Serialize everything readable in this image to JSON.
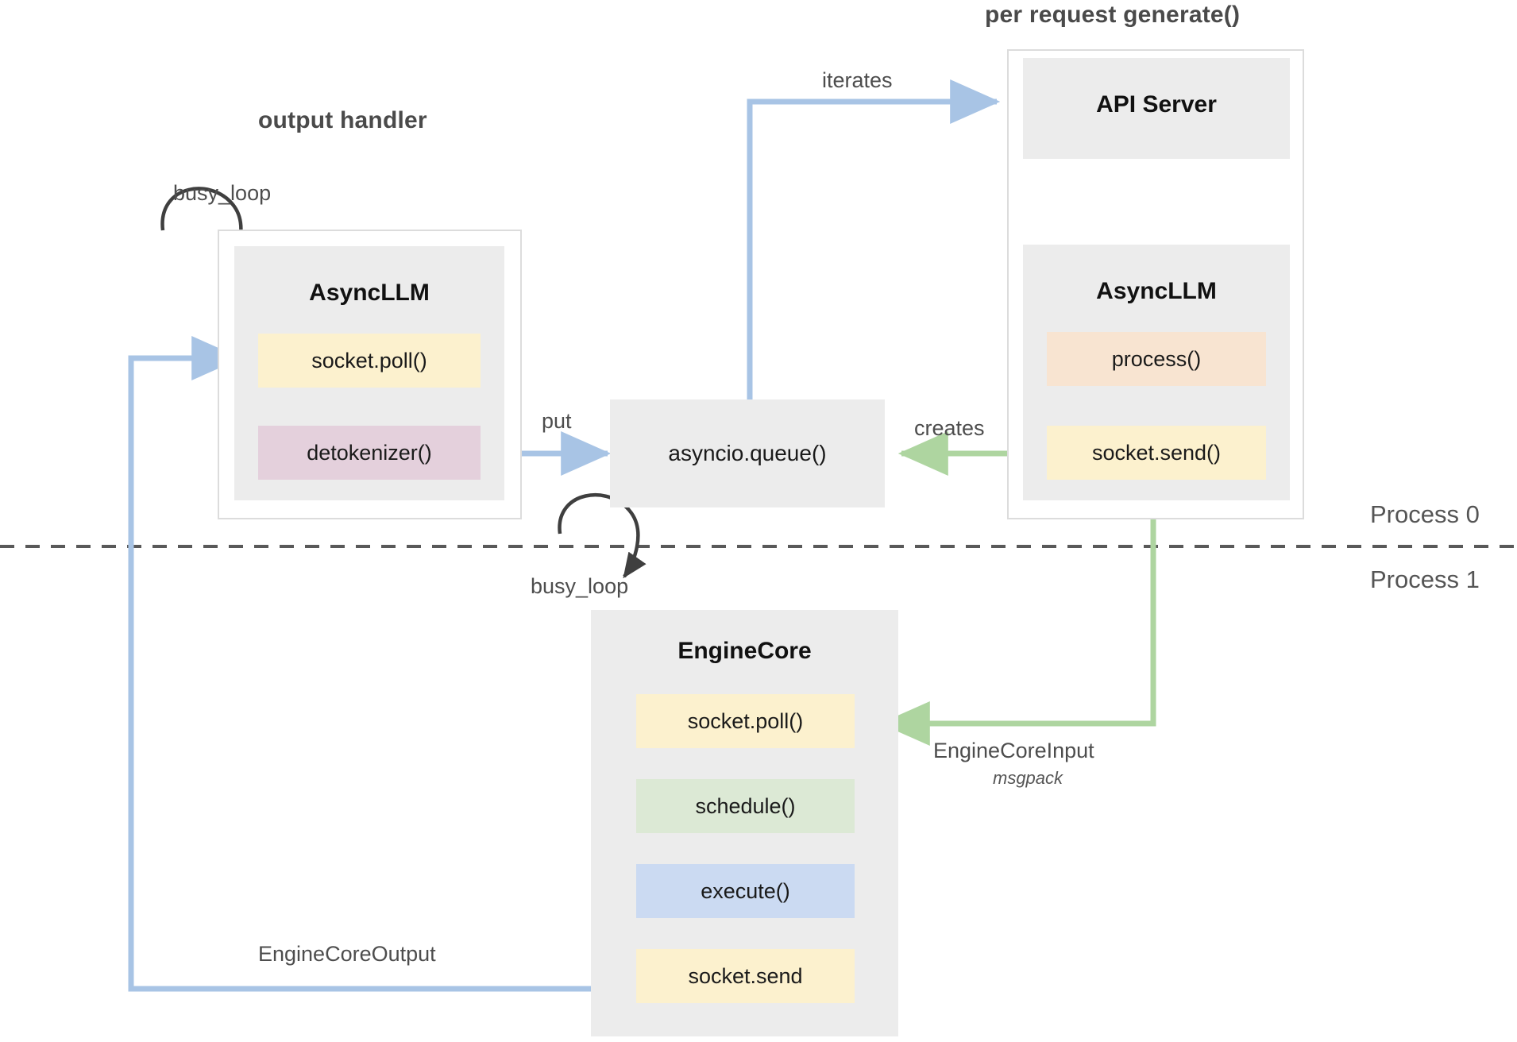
{
  "diagram": {
    "title_groups": [
      {
        "id": "output-handler",
        "label": "output handler"
      },
      {
        "id": "per-request-generate",
        "label": "per request generate()"
      }
    ],
    "process_labels": [
      {
        "id": "process-0",
        "label": "Process 0"
      },
      {
        "id": "process-1",
        "label": "Process 1"
      }
    ],
    "components": {
      "async_llm_left": {
        "title": "AsyncLLM",
        "chips": [
          {
            "label": "socket.poll()",
            "color": "#FCF1CE"
          },
          {
            "label": "detokenizer()",
            "color": "#E4D0DC"
          }
        ]
      },
      "api_server": {
        "title": "API Server"
      },
      "async_llm_right": {
        "title": "AsyncLLM",
        "chips": [
          {
            "label": "process()",
            "color": "#F8E4D1"
          },
          {
            "label": "socket.send()",
            "color": "#FCF1CE"
          }
        ]
      },
      "engine_core": {
        "title": "EngineCore",
        "chips": [
          {
            "label": "socket.poll()",
            "color": "#FCF1CE"
          },
          {
            "label": "schedule()",
            "color": "#DCE9D5"
          },
          {
            "label": "execute()",
            "color": "#CBDAF2"
          },
          {
            "label": "socket.send",
            "color": "#FCF1CE"
          }
        ]
      },
      "asyncio_queue": {
        "label": "asyncio.queue()"
      }
    },
    "edge_labels": [
      {
        "id": "busy-loop-left",
        "label": "busy_loop"
      },
      {
        "id": "busy-loop-engine",
        "label": "busy_loop"
      },
      {
        "id": "iterates",
        "label": "iterates"
      },
      {
        "id": "put",
        "label": "put"
      },
      {
        "id": "creates",
        "label": "creates"
      },
      {
        "id": "engine-core-input",
        "label": "EngineCoreInput"
      },
      {
        "id": "engine-core-input-format",
        "label": "msgpack"
      },
      {
        "id": "engine-core-output",
        "label": "EngineCoreOutput"
      }
    ],
    "colors": {
      "blue_arrow": "#A8C4E5",
      "green_arrow": "#AED5A0",
      "black_arrow": "#3f3f3f",
      "box_grey": "#ececec",
      "border_grey": "#dcdcdc",
      "divider_grey": "#595959",
      "yellow_chip": "#FCF1CE",
      "pink_chip": "#E4D0DC",
      "peach_chip": "#F8E4D1",
      "green_chip": "#DCE9D5",
      "blue_chip": "#CBDAF2"
    }
  }
}
